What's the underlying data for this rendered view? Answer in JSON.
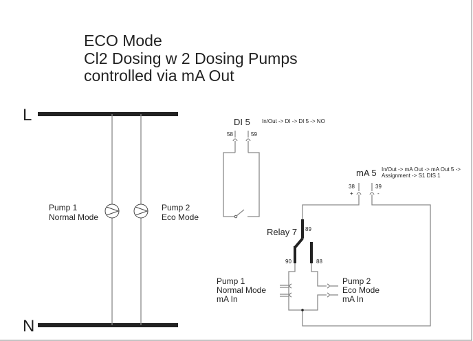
{
  "title": {
    "line1": "ECO Mode",
    "line2": "Cl2 Dosing w 2 Dosing Pumps",
    "line3": "controlled via mA Out"
  },
  "power": {
    "live": "L",
    "neutral": "N"
  },
  "pumps": [
    {
      "name": "Pump 1",
      "mode": "Normal Mode"
    },
    {
      "name": "Pump 2",
      "mode": "Eco Mode"
    }
  ],
  "di5": {
    "label": "DI 5",
    "path": "In/Out -> DI -> DI 5 -> NO",
    "terminals": [
      "58",
      "59"
    ]
  },
  "ma5": {
    "label": "mA 5",
    "path_line1": "In/Out -> mA Out -> mA Out 5 ->",
    "path_line2": "Assignment -> S1 DIS 1",
    "terminals": [
      "38",
      "39"
    ],
    "polarity": [
      "+",
      "-"
    ]
  },
  "relay7": {
    "label": "Relay 7",
    "terminals": [
      "89",
      "90",
      "88"
    ]
  },
  "inputs": [
    {
      "name": "Pump 1",
      "mode": "Normal Mode",
      "signal": "mA In"
    },
    {
      "name": "Pump 2",
      "mode": "Eco Mode",
      "signal": "mA In"
    }
  ]
}
